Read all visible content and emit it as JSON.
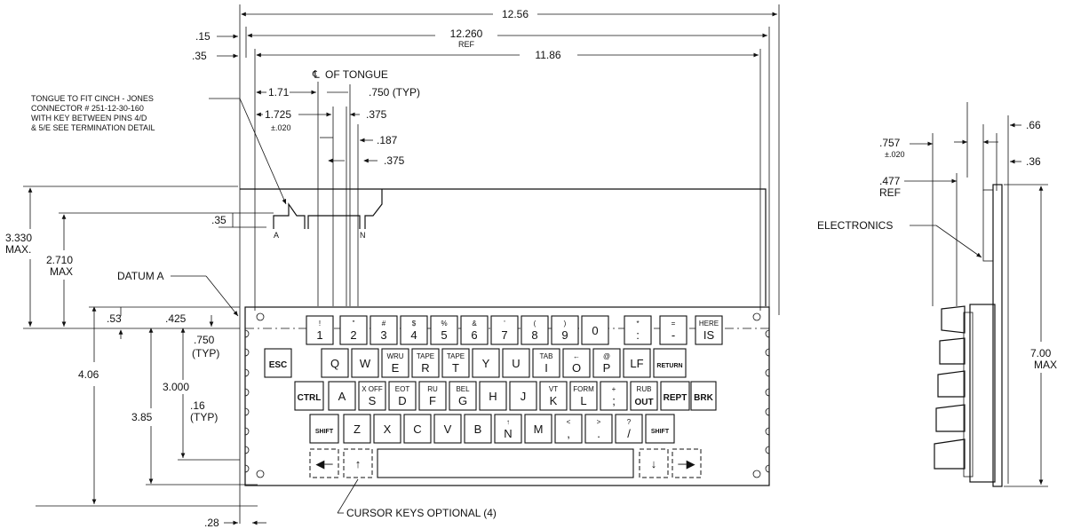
{
  "dimensions": {
    "overall_width": "12.56",
    "ref_width": "12.260",
    "ref_label": "REF",
    "inner_width": "11.86",
    "left_offset_1": ".15",
    "left_offset_2": ".35",
    "tongue_center_label": "OF TONGUE",
    "tongue_dist_1": "1.71",
    "tongue_typ": ".750 (TYP)",
    "tongue_dist_2": "1.725",
    "tolerance": "±.020",
    "dim_375a": ".375",
    "dim_187": ".187",
    "dim_375b": ".375",
    "height_max_1": "3.330",
    "max_label": "MAX.",
    "height_max_2": "2.710",
    "max_label_2": "MAX",
    "tongue_depth": ".35",
    "dim_53": ".53",
    "dim_425": ".425",
    "dim_750": ".750",
    "typ": "(TYP)",
    "dim_406": "4.06",
    "dim_3000": "3.000",
    "dim_16": ".16",
    "typ2": "(TYP)",
    "dim_385": "3.85",
    "dim_28": ".28",
    "side_757": ".757",
    "side_tol": "±.020",
    "side_477": ".477",
    "side_ref": "REF",
    "side_66": ".66",
    "side_36": ".36",
    "side_700": "7.00",
    "side_max": "MAX"
  },
  "labels": {
    "tongue_note_1": "TONGUE TO FIT CINCH - JONES",
    "tongue_note_2": "CONNECTOR # 251-12-30-160",
    "tongue_note_3": "WITH KEY BETWEEN PINS 4/D",
    "tongue_note_4": "& 5/E SEE TERMINATION DETAIL",
    "datum_a": "DATUM A",
    "pin_a": "A",
    "pin_n": "N",
    "electronics": "ELECTRONICS",
    "cursor_keys": "CURSOR KEYS OPTIONAL (4)"
  },
  "keyboard": {
    "row1": [
      {
        "top": "!",
        "main": "1"
      },
      {
        "top": "\"",
        "main": "2"
      },
      {
        "top": "#",
        "main": "3"
      },
      {
        "top": "$",
        "main": "4"
      },
      {
        "top": "%",
        "main": "5"
      },
      {
        "top": "&",
        "main": "6"
      },
      {
        "top": "'",
        "main": "7"
      },
      {
        "top": "(",
        "main": "8"
      },
      {
        "top": ")",
        "main": "9"
      },
      {
        "top": "",
        "main": "0"
      },
      {
        "top": "*",
        "main": ":"
      },
      {
        "top": "=",
        "main": "-"
      },
      {
        "top": "HERE",
        "main": "IS"
      }
    ],
    "row2": [
      {
        "top": "",
        "main": "ESC"
      },
      {
        "top": "",
        "main": "Q"
      },
      {
        "top": "",
        "main": "W"
      },
      {
        "top": "WRU",
        "main": "E"
      },
      {
        "top": "TAPE",
        "main": "R"
      },
      {
        "top": "TAPE",
        "main": "T"
      },
      {
        "top": "",
        "main": "Y"
      },
      {
        "top": "",
        "main": "U"
      },
      {
        "top": "TAB",
        "main": "I"
      },
      {
        "top": "←",
        "main": "O"
      },
      {
        "top": "@",
        "main": "P"
      },
      {
        "top": "",
        "main": "LF"
      },
      {
        "top": "",
        "main": "RETURN"
      }
    ],
    "row3": [
      {
        "top": "",
        "main": "CTRL"
      },
      {
        "top": "",
        "main": "A"
      },
      {
        "top": "X OFF",
        "main": "S"
      },
      {
        "top": "EOT",
        "main": "D"
      },
      {
        "top": "RU",
        "main": "F"
      },
      {
        "top": "BEL",
        "main": "G"
      },
      {
        "top": "",
        "main": "H"
      },
      {
        "top": "",
        "main": "J"
      },
      {
        "top": "VT",
        "main": "K"
      },
      {
        "top": "FORM",
        "main": "L"
      },
      {
        "top": "+",
        "main": ";"
      },
      {
        "top": "RUB",
        "main": "OUT"
      },
      {
        "top": "",
        "main": "REPT"
      },
      {
        "top": "",
        "main": "BRK"
      }
    ],
    "row4": [
      {
        "top": "",
        "main": "SHIFT"
      },
      {
        "top": "",
        "main": "Z"
      },
      {
        "top": "",
        "main": "X"
      },
      {
        "top": "",
        "main": "C"
      },
      {
        "top": "",
        "main": "V"
      },
      {
        "top": "",
        "main": "B"
      },
      {
        "top": "↑",
        "main": "N"
      },
      {
        "top": "",
        "main": "M"
      },
      {
        "top": "<",
        "main": ","
      },
      {
        "top": ">",
        "main": "."
      },
      {
        "top": "?",
        "main": "/"
      },
      {
        "top": "",
        "main": "SHIFT"
      }
    ]
  }
}
